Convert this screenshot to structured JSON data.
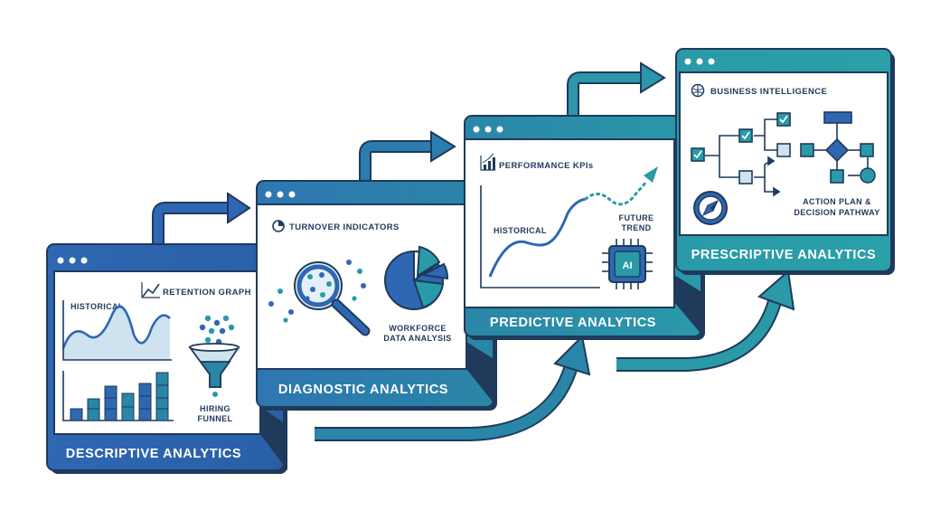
{
  "colors": {
    "navy": "#1f3a5b",
    "blue": "#2f67b2",
    "teal": "#2a9aa8",
    "teal_dark": "#23869a",
    "blue_mid": "#3b7dbf",
    "light_fill": "#cfe2ef"
  },
  "panels": [
    {
      "title": "DESCRIPTIVE ANALYTICS",
      "header_label": "RETENTION GRAPH",
      "labels": [
        "HISTORICAL",
        "HIRING",
        "FUNNEL"
      ]
    },
    {
      "title": "DIAGNOSTIC ANALYTICS",
      "header_label": "TURNOVER INDICATORS",
      "labels": [
        "WORKFORCE",
        "DATA ANALYSIS"
      ]
    },
    {
      "title": "PREDICTIVE ANALYTICS",
      "header_label": "PERFORMANCE KPIs",
      "labels": [
        "HISTORICAL",
        "FUTURE",
        "TREND"
      ]
    },
    {
      "title": "PRESCRIPTIVE ANALYTICS",
      "header_label": "BUSINESS INTELLIGENCE",
      "labels": [
        "ACTION PLAN &",
        "DECISION PATHWAY"
      ]
    }
  ],
  "icons": {
    "retention": "line-chart-icon",
    "funnel": "funnel-icon",
    "turnover": "pie-chart-icon",
    "magnifier": "magnifier-icon",
    "pie": "pie-chart-icon",
    "kpi": "bar-chart-icon",
    "ai_chip": "ai-chip-icon",
    "chip_label": "AI",
    "brain": "brain-icon",
    "compass": "compass-icon",
    "flow": "flowchart-icon"
  }
}
